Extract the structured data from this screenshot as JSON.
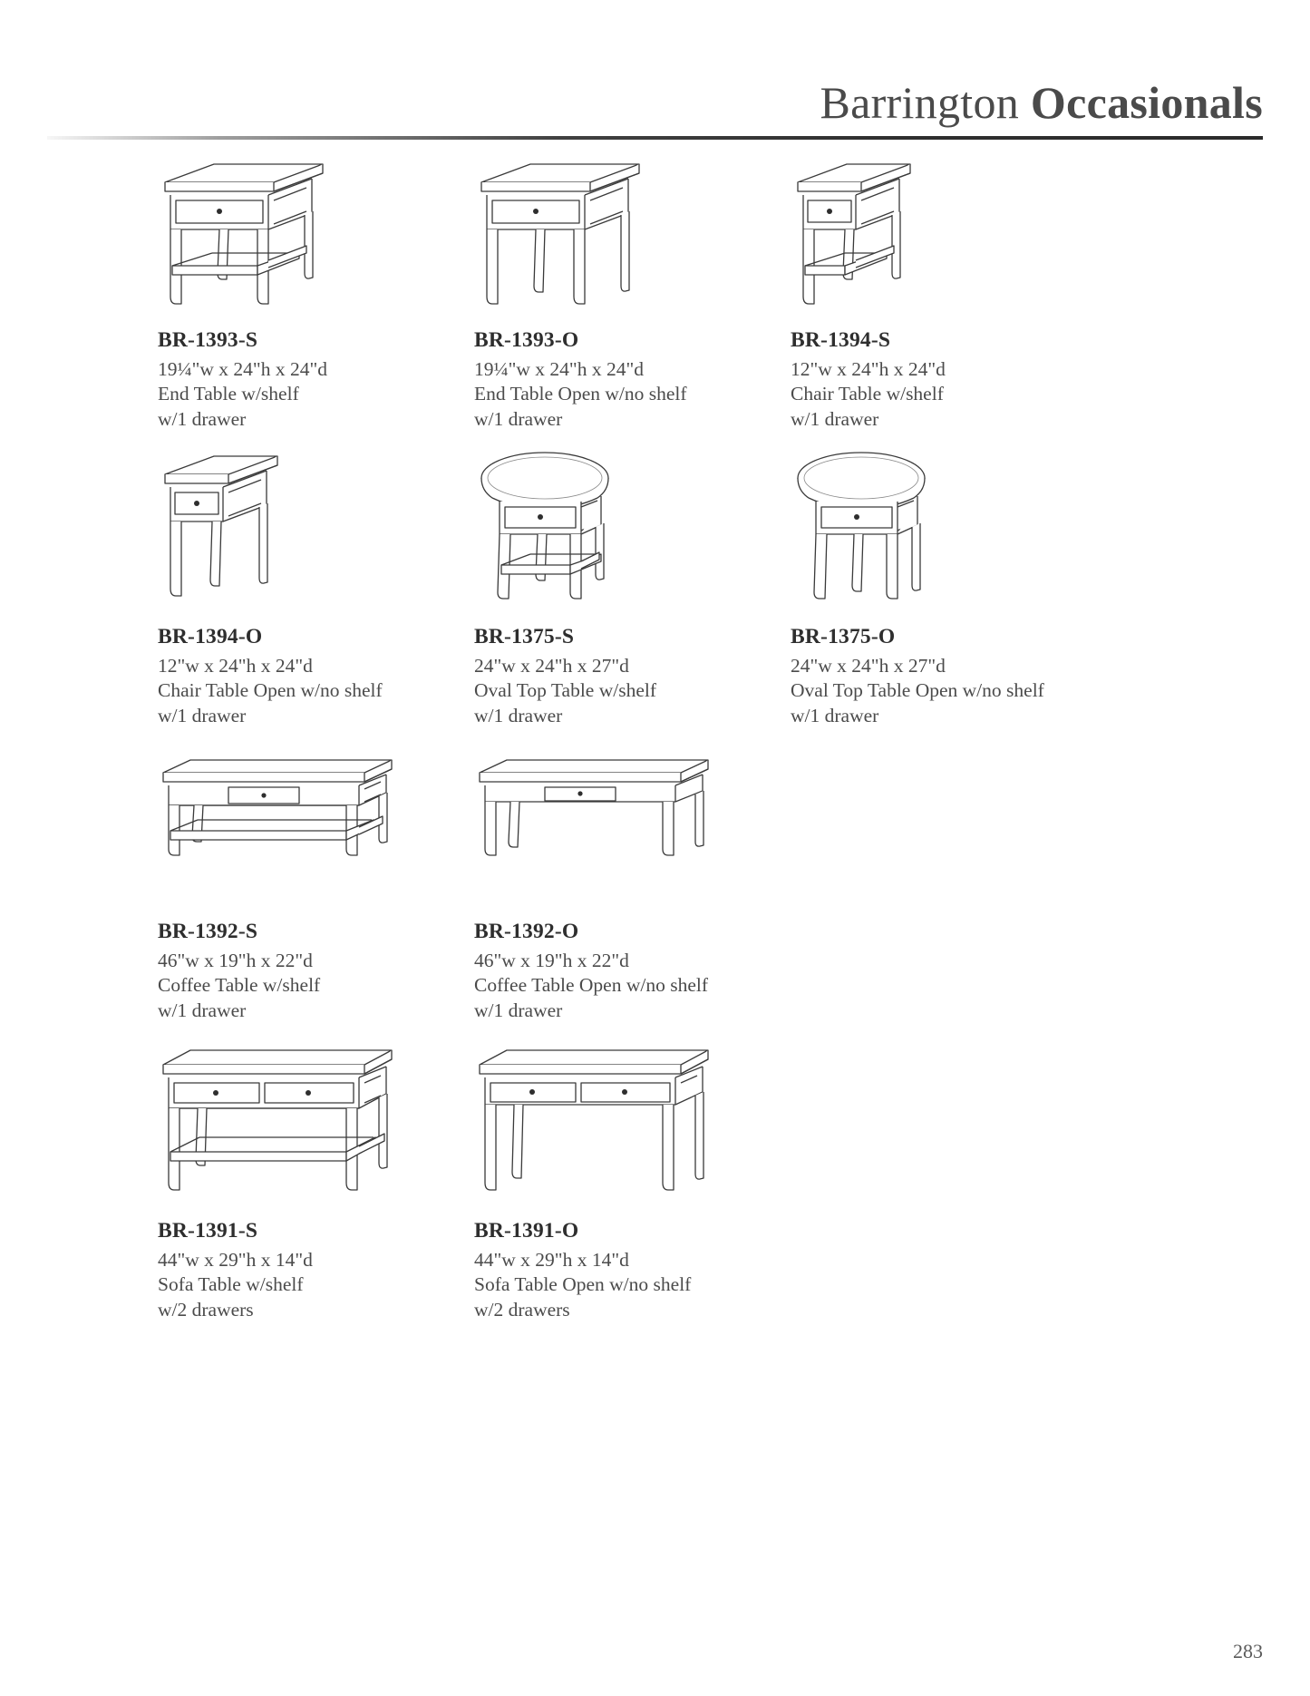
{
  "header": {
    "title_light": "Barrington",
    "title_bold": "Occasionals"
  },
  "page_number": "283",
  "products": [
    {
      "sku": "BR-1393-S",
      "dimensions": "19¼\"w x 24\"h x 24\"d",
      "description": "End Table w/shelf",
      "drawers": "w/1 drawer",
      "art": "end-table-with-shelf"
    },
    {
      "sku": "BR-1393-O",
      "dimensions": "19¼\"w x 24\"h x 24\"d",
      "description": "End Table Open w/no shelf",
      "drawers": "w/1 drawer",
      "art": "end-table-open"
    },
    {
      "sku": "BR-1394-S",
      "dimensions": "12\"w x 24\"h x 24\"d",
      "description": "Chair Table w/shelf",
      "drawers": "w/1 drawer",
      "art": "chair-table-with-shelf"
    },
    {
      "sku": "BR-1394-O",
      "dimensions": "12\"w x 24\"h x 24\"d",
      "description": "Chair Table Open w/no shelf",
      "drawers": "w/1 drawer",
      "art": "chair-table-open"
    },
    {
      "sku": "BR-1375-S",
      "dimensions": "24\"w x 24\"h x 27\"d",
      "description": "Oval Top Table w/shelf",
      "drawers": "w/1 drawer",
      "art": "oval-top-table-with-shelf"
    },
    {
      "sku": "BR-1375-O",
      "dimensions": "24\"w x 24\"h x 27\"d",
      "description": "Oval Top Table Open w/no shelf",
      "drawers": "w/1 drawer",
      "art": "oval-top-table-open"
    },
    {
      "sku": "BR-1392-S",
      "dimensions": "46\"w x 19\"h x 22\"d",
      "description": "Coffee Table w/shelf",
      "drawers": "w/1 drawer",
      "art": "coffee-table-with-shelf"
    },
    {
      "sku": "BR-1392-O",
      "dimensions": "46\"w x 19\"h x 22\"d",
      "description": "Coffee Table Open w/no shelf",
      "drawers": "w/1 drawer",
      "art": "coffee-table-open"
    },
    {
      "sku": "BR-1391-S",
      "dimensions": "44\"w x 29\"h x 14\"d",
      "description": "Sofa Table w/shelf",
      "drawers": "w/2 drawers",
      "art": "sofa-table-with-shelf"
    },
    {
      "sku": "BR-1391-O",
      "dimensions": "44\"w x 29\"h x 14\"d",
      "description": "Sofa Table Open w/no shelf",
      "drawers": "w/2 drawers",
      "art": "sofa-table-open"
    }
  ]
}
